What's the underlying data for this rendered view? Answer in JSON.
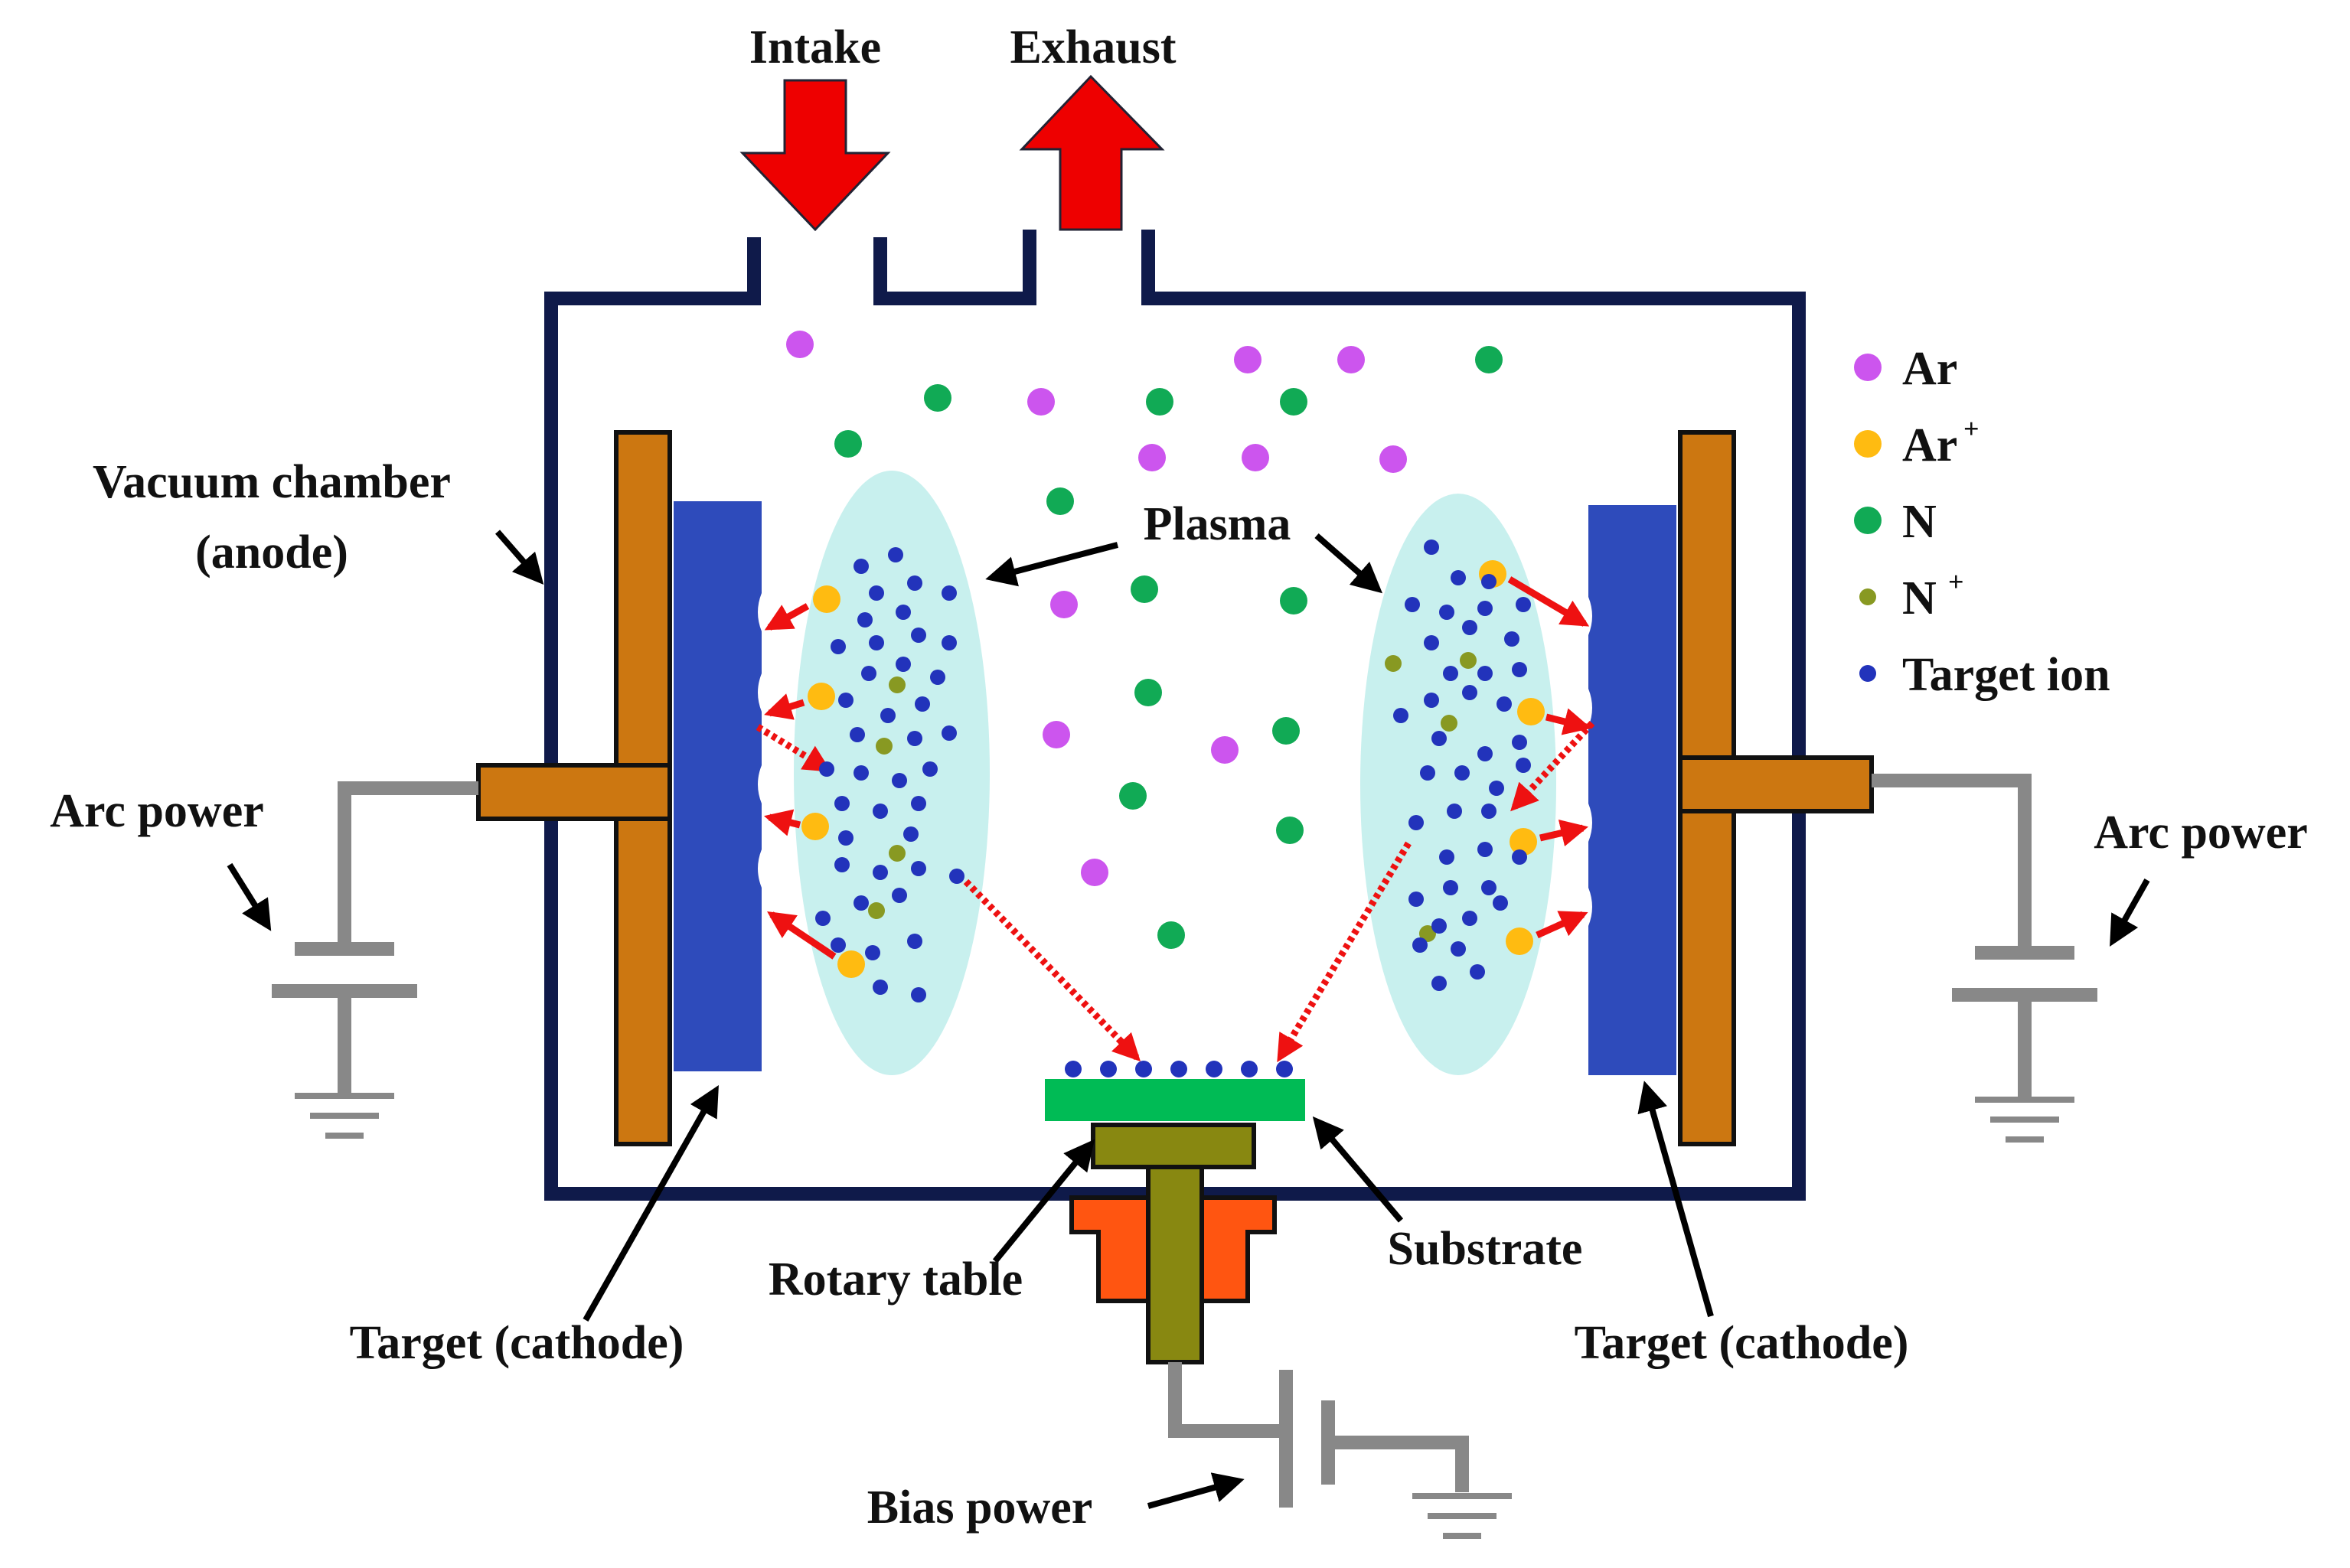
{
  "labels": {
    "intake": "Intake",
    "exhaust": "Exhaust",
    "vacuum_chamber_line1": "Vacuum chamber",
    "vacuum_chamber_line2": "(anode)",
    "plasma": "Plasma",
    "arc_power_left": "Arc power",
    "arc_power_right": "Arc power",
    "target_cathode_left": "Target (cathode)",
    "target_cathode_right": "Target (cathode)",
    "rotary_table": "Rotary table",
    "substrate": "Substrate",
    "bias_power": "Bias power"
  },
  "legend": [
    {
      "symbol": "Ar",
      "sup": "",
      "color": "#cc55ee"
    },
    {
      "symbol": "Ar",
      "sup": "+",
      "color": "#ffbb11"
    },
    {
      "symbol": "N",
      "sup": "",
      "color": "#11aa55"
    },
    {
      "symbol": "N",
      "sup": "+",
      "color": "#889922"
    },
    {
      "symbol": "Target ion",
      "sup": "",
      "color": "#2233bb"
    }
  ],
  "colors": {
    "chamber": "#0f1a4a",
    "gas_arrow": "#ee0000",
    "target": "#2e4bbb",
    "cathode_holder": "#cc7711",
    "plasma": "#c8f0ee",
    "substrate": "#00bb55",
    "rotary_table": "#888811",
    "base": "#ff5511",
    "wire": "#888888",
    "ion_arrow": "#ee1111"
  }
}
